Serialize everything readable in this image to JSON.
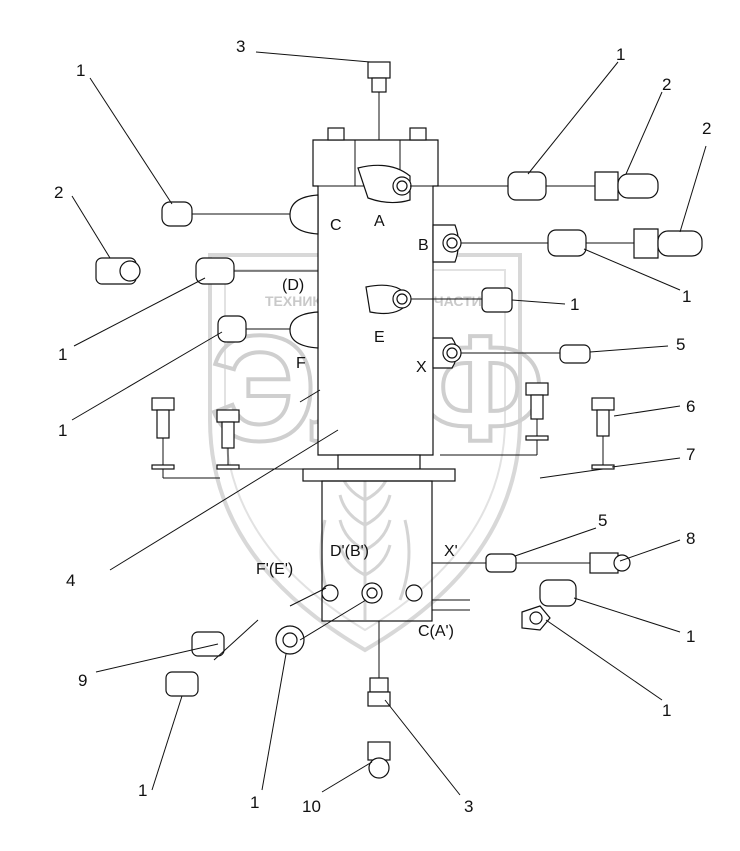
{
  "watermark": {
    "left_text": "ТЕХНИКА",
    "right_text": "ЗАПЧАСТИ",
    "logo_text": "ЭЛФ"
  },
  "callouts": {
    "c1": "1",
    "c2": "2",
    "c3": "3",
    "c4": "4",
    "c5": "5",
    "c6": "6",
    "c7": "7",
    "c8": "8",
    "c9": "9",
    "c10": "10"
  },
  "ports": {
    "A": "A",
    "B": "B",
    "C": "C",
    "D": "(D)",
    "E": "E",
    "F": "F",
    "X": "X",
    "F_E": "F'(E')",
    "D_B": "D'(B')",
    "X_prime": "X'",
    "C_A": "C(A')"
  },
  "icons": {
    "gear": "gear-icon"
  }
}
